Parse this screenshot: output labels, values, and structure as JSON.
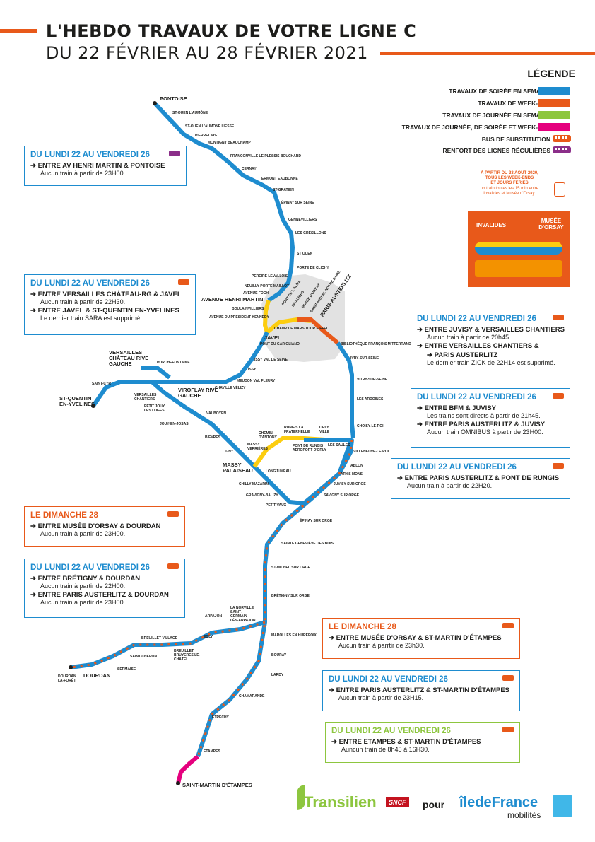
{
  "header": {
    "title": "L'HEBDO TRAVAUX DE VOTRE LIGNE C",
    "subtitle": "DU 22 FÉVRIER AU 28 FÉVRIER 2021"
  },
  "legend": {
    "title": "LÉGENDE",
    "items": [
      {
        "label": "TRAVAUX DE SOIRÉE EN SEMAINE",
        "color": "#1e8ccf"
      },
      {
        "label": "TRAVAUX DE WEEK-END",
        "color": "#e8591a"
      },
      {
        "label": "TRAVAUX DE JOURNÉE EN SEMAINE",
        "color": "#8dc63f"
      },
      {
        "label": "TRAVAUX DE JOURNÉE, DE SOIRÉE ET WEEK-END",
        "color": "#e5007e"
      },
      {
        "label": "BUS DE SUBSTITUTION",
        "color": "#e8591a"
      },
      {
        "label": "RENFORT DES LIGNES RÉGULIÈRES",
        "color": "#8b2e89"
      }
    ]
  },
  "promo": {
    "line1": "À PARTIR DU 23 AOÛT 2020,",
    "line2": "TOUS LES WEEK-ENDS",
    "line3": "ET JOURS FÉRIÉS",
    "line4": "un train toutes les 15 min entre",
    "line5": "Invalides et Musée d'Orsay.",
    "left_station": "INVALIDES",
    "right_station": "MUSÉE D'ORSAY"
  },
  "boxes": [
    {
      "header": "DU LUNDI 22 AU VENDREDI 26",
      "items": [
        {
          "title": "ENTRE AV HENRI MARTIN & PONTOISE",
          "detail": "Aucun train à partir de 23H00."
        }
      ]
    },
    {
      "header": "DU LUNDI 22 AU VENDREDI 26",
      "items": [
        {
          "title": "ENTRE VERSAILLES CHÂTEAU-RG & JAVEL",
          "detail": "Aucun train à partir de 22H30."
        },
        {
          "title": "ENTRE JAVEL & ST-QUENTIN EN-YVELINES",
          "detail": "Le dernier train SARA est supprimé."
        }
      ]
    },
    {
      "header": "DU LUNDI 22 AU VENDREDI 26",
      "items": [
        {
          "title": "ENTRE JUVISY & VERSAILLES CHANTIERS",
          "detail": "Aucun train à partir de 20h45."
        },
        {
          "title": "ENTRE VERSAILLES CHANTIERS &",
          "title2": "PARIS AUSTERLITZ",
          "detail": "Le dernier train ZICK de 22H14 est supprimé."
        }
      ]
    },
    {
      "header": "DU LUNDI 22 AU VENDREDI 26",
      "items": [
        {
          "title": "ENTRE BFM & JUVISY",
          "detail": "Les trains sont directs à partir de 21h45."
        },
        {
          "title": "ENTRE PARIS AUSTERLITZ & JUVISY",
          "detail": "Aucun train OMNIBUS à partir de 23H00."
        }
      ]
    },
    {
      "header": "DU LUNDI 22 AU VENDREDI 26",
      "items": [
        {
          "title": "ENTRE PARIS AUSTERLITZ & PONT DE RUNGIS",
          "detail": "Aucun train à partir de 22H20."
        }
      ]
    },
    {
      "header": "LE DIMANCHE 28",
      "items": [
        {
          "title": "ENTRE MUSÉE D'ORSAY & DOURDAN",
          "detail": "Aucun train à partir de 23H00."
        }
      ]
    },
    {
      "header": "DU LUNDI 22 AU VENDREDI 26",
      "items": [
        {
          "title": "ENTRE BRÉTIGNY & DOURDAN",
          "detail": "Aucun train à partir de 22H00."
        },
        {
          "title": "ENTRE PARIS AUSTERLITZ & DOURDAN",
          "detail": "Aucun train à partir de 23H00."
        }
      ]
    },
    {
      "header": "LE DIMANCHE 28",
      "items": [
        {
          "title": "ENTRE MUSÉE D'ORSAY & ST-MARTIN D'ÉTAMPES",
          "detail": "Aucun train à parrtir de 23h30."
        }
      ]
    },
    {
      "header": "DU LUNDI 22 AU VENDREDI 26",
      "items": [
        {
          "title": "ENTRE PARIS AUSTERLITZ & ST-MARTIN D'ÉTAMPES",
          "detail": "Aucun train à partir de 23H15."
        }
      ]
    },
    {
      "header": "DU LUNDI 22 AU VENDREDI 26",
      "items": [
        {
          "title": "ENTRE ETAMPES & ST-MARTIN D'ÉTAMPES",
          "detail": "Auncun train de 8h45 à 16H30."
        }
      ]
    }
  ],
  "stations_major": {
    "pontoise": "PONTOISE",
    "avenue_henri_martin": "AVENUE HENRI MARTIN",
    "javel": "JAVEL",
    "paris_austerlitz": "PARIS AUSTERLITZ",
    "versailles_chateau": "VERSAILLES CHÂTEAU RIVE GAUCHE",
    "st_quentin": "ST-QUENTIN EN-YVELINES",
    "viroflay": "VIROFLAY RIVE GAUCHE",
    "massy": "MASSY PALAISEAU",
    "dourdan": "DOURDAN",
    "st_martin": "SAINT-MARTIN D'ÉTAMPES"
  },
  "stations_minor": [
    "ST-OUEN L'AUMÔNE",
    "ST-OUEN L'AUMÔNE LIESSE",
    "PIERRELAYE",
    "MONTIGNY BEAUCHAMP",
    "FRANCONVILLE LE PLESSIS BOUCHARD",
    "CERNAY",
    "ERMONT EAUBONNE",
    "ST-GRATIEN",
    "ÉPINAY SUR SEINE",
    "GENNEVILLIERS",
    "LES GRÉSILLONS",
    "ST OUEN",
    "PORTE DE CLICHY",
    "PEREIRE LEVALLOIS",
    "NEUILLY PORTE MAILLOT",
    "AVENUE FOCH",
    "BOULAINVILLIERS",
    "AVENUE DU PRÉSIDENT KENNEDY",
    "PONT DE L'ALMA",
    "INVALIDES",
    "MUSÉE D'ORSAY",
    "SAINT-MICHEL NOTRE DAME",
    "CHAMP DE MARS TOUR EIFFEL",
    "PONT DU GARIGLIANO",
    "ISSY VAL DE SEINE",
    "ISSY",
    "MEUDON VAL FLEURY",
    "CHAVILLE VÉLIZY",
    "BIBLIOTHÈQUE FRANÇOIS MITTERRAND",
    "IVRY-SUR-SEINE",
    "VITRY-SUR-SEINE",
    "LES ARDOINES",
    "CHOISY-LE-ROI",
    "LES SAULES",
    "VILLENEUVE-LE-ROI",
    "ABLON",
    "ATHIS MONS",
    "JUVISY SUR ORGE",
    "SAVIGNY SUR ORGE",
    "ÉPINAY SUR ORGE",
    "SAINTE GENEVIÈVE DES BOIS",
    "ST-MICHEL SUR ORGE",
    "BRÉTIGNY SUR ORGE",
    "MAROLLES EN HUREPOIX",
    "BOURAY",
    "LARDY",
    "CHAMARANDE",
    "ÉTRÉCHY",
    "ÉTAMPES",
    "PORCHEFONTAINE",
    "SAINT-CYR",
    "VERSAILLES CHANTIERS",
    "PETIT JOUY LES LOGES",
    "JOUY-EN-JOSAS",
    "VAUBOYEN",
    "BIÈVRES",
    "IGNY",
    "MASSY VERRIÈRES",
    "CHEMIN D'ANTONY",
    "RUNGIS LA FRATERNELLE",
    "ORLY VILLE",
    "PONT DE RUNGIS AÉROPORT D'ORLY",
    "LONGJUMEAU",
    "CHILLY MAZARIN",
    "GRAVIGNY-BALIZY",
    "PETIT VAUX",
    "ARPAJON",
    "LA NORVILLE SAINT-GERMAIN LÈS-ARPAJON",
    "EGLY",
    "BREUILLET VILLAGE",
    "BREUILLET BRUYÈRES LE-CHÂTEL",
    "SAINT-CHÉRON",
    "SERMAISE",
    "DOURDAN LA-FORÊT"
  ],
  "footer": {
    "brand1": "Transilien",
    "sncf": "SNCF",
    "pour": "pour",
    "brand2": "îledeFrance",
    "brand2_sub": "mobilités"
  }
}
